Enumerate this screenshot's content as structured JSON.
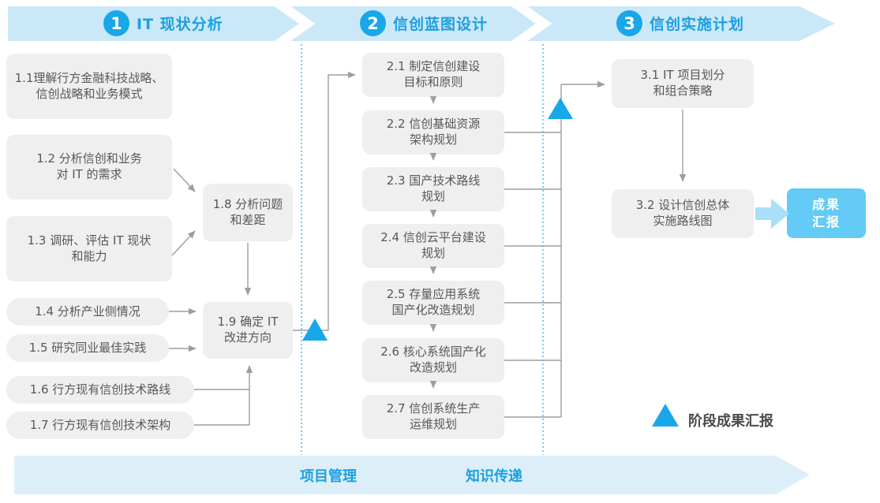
{
  "phases": [
    {
      "number": "1",
      "title": "IT 现状分析"
    },
    {
      "number": "2",
      "title": "信创蓝图设计"
    },
    {
      "number": "3",
      "title": "信创实施计划"
    }
  ],
  "nodes": {
    "n1_1": "1.1理解行方金融科技战略、\n信创战略和业务模式",
    "n1_2": "1.2 分析信创和业务\n对 IT 的需求",
    "n1_3": "1.3 调研、评估 IT 现状\n和能力",
    "n1_4": "1.4 分析产业侧情况",
    "n1_5": "1.5 研究同业最佳实践",
    "n1_6": "1.6 行方现有信创技术路线",
    "n1_7": "1.7 行方现有信创技术架构",
    "n1_8": "1.8 分析问题\n和差距",
    "n1_9": "1.9 确定 IT\n改进方向",
    "n2_1": "2.1 制定信创建设\n目标和原则",
    "n2_2": "2.2 信创基础资源\n架构规划",
    "n2_3": "2.3 国产技术路线\n规划",
    "n2_4": "2.4 信创云平台建设\n规划",
    "n2_5": "2.5 存量应用系统\n国产化改造规划",
    "n2_6": "2.6 核心系统国产化\n改造规划",
    "n2_7": "2.7 信创系统生产\n运维规划",
    "n3_1": "3.1 IT 项目划分\n和组合策略",
    "n3_2": "3.2 设计信创总体\n实施路线图"
  },
  "result_box": "成果\n汇报",
  "legend": {
    "label": "阶段成果汇报"
  },
  "bottom_band": {
    "left_label": "项目管理",
    "right_label": "知识传递"
  },
  "colors": {
    "accent_blue": "#18A7E9",
    "header_text_blue": "#1B9FE1",
    "top_band_blue": "#CBE8F8",
    "bottom_band_blue": "#DCEFF9",
    "result_box_blue": "#63CBF5",
    "fat_arrow_blue": "#A9DFF8",
    "task_box_gray": "#EFEFEF",
    "task_text_gray": "#57585A",
    "connector_gray": "#9D9D9F"
  }
}
